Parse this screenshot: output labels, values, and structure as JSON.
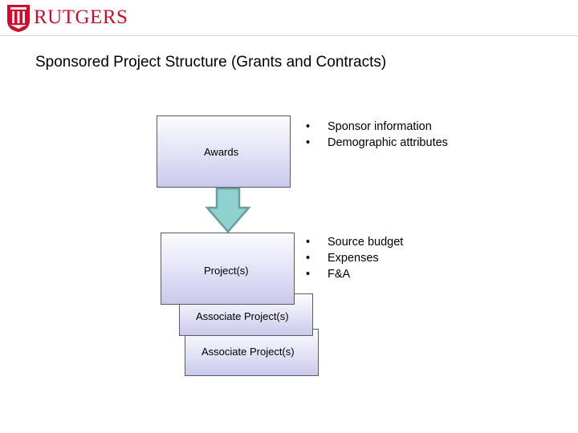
{
  "header": {
    "logo_text": "RUTGERS"
  },
  "slide": {
    "title": "Sponsored Project Structure (Grants and Contracts)"
  },
  "diagram": {
    "awards": {
      "label": "Awards"
    },
    "projects": {
      "label": "Project(s)"
    },
    "associate_1": {
      "label": "Associate Project(s)"
    },
    "associate_2": {
      "label": "Associate Project(s)"
    },
    "award_notes": [
      "Sponsor information",
      "Demographic attributes"
    ],
    "project_notes": [
      "Source budget",
      "Expenses",
      "F&A"
    ]
  },
  "colors": {
    "brand_red": "#c8102e",
    "arrow_fill": "#8fd1cf",
    "arrow_stroke": "#6b9c9c",
    "box_border": "#5c5c5c"
  }
}
